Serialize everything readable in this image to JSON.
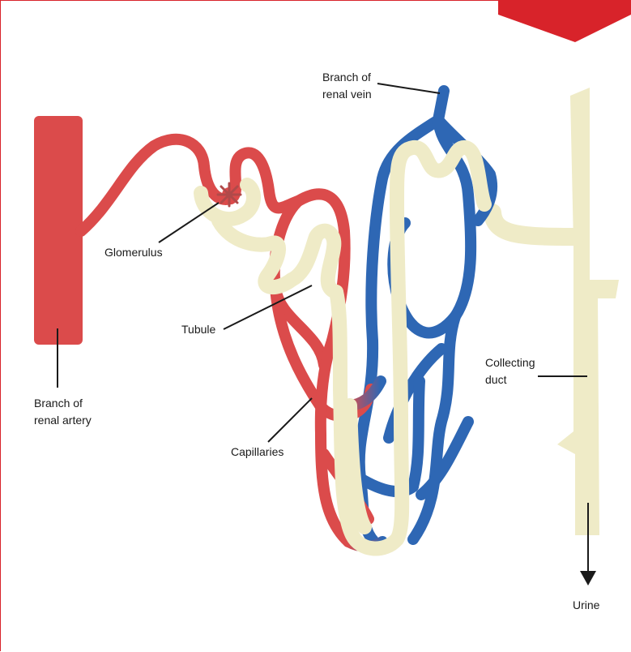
{
  "labels": {
    "renal_vein_1": "Branch of",
    "renal_vein_2": "renal vein",
    "glomerulus": "Glomerulus",
    "tubule": "Tubule",
    "collecting_1": "Collecting",
    "collecting_2": "duct",
    "renal_artery_1": "Branch of",
    "renal_artery_2": "renal artery",
    "capillaries": "Capillaries",
    "urine": "Urine"
  },
  "colors": {
    "artery": "#db4b4b",
    "vein": "#2e67b4",
    "tubule": "#efebc7",
    "accent": "#d8232a",
    "text": "#1a1a1a"
  }
}
